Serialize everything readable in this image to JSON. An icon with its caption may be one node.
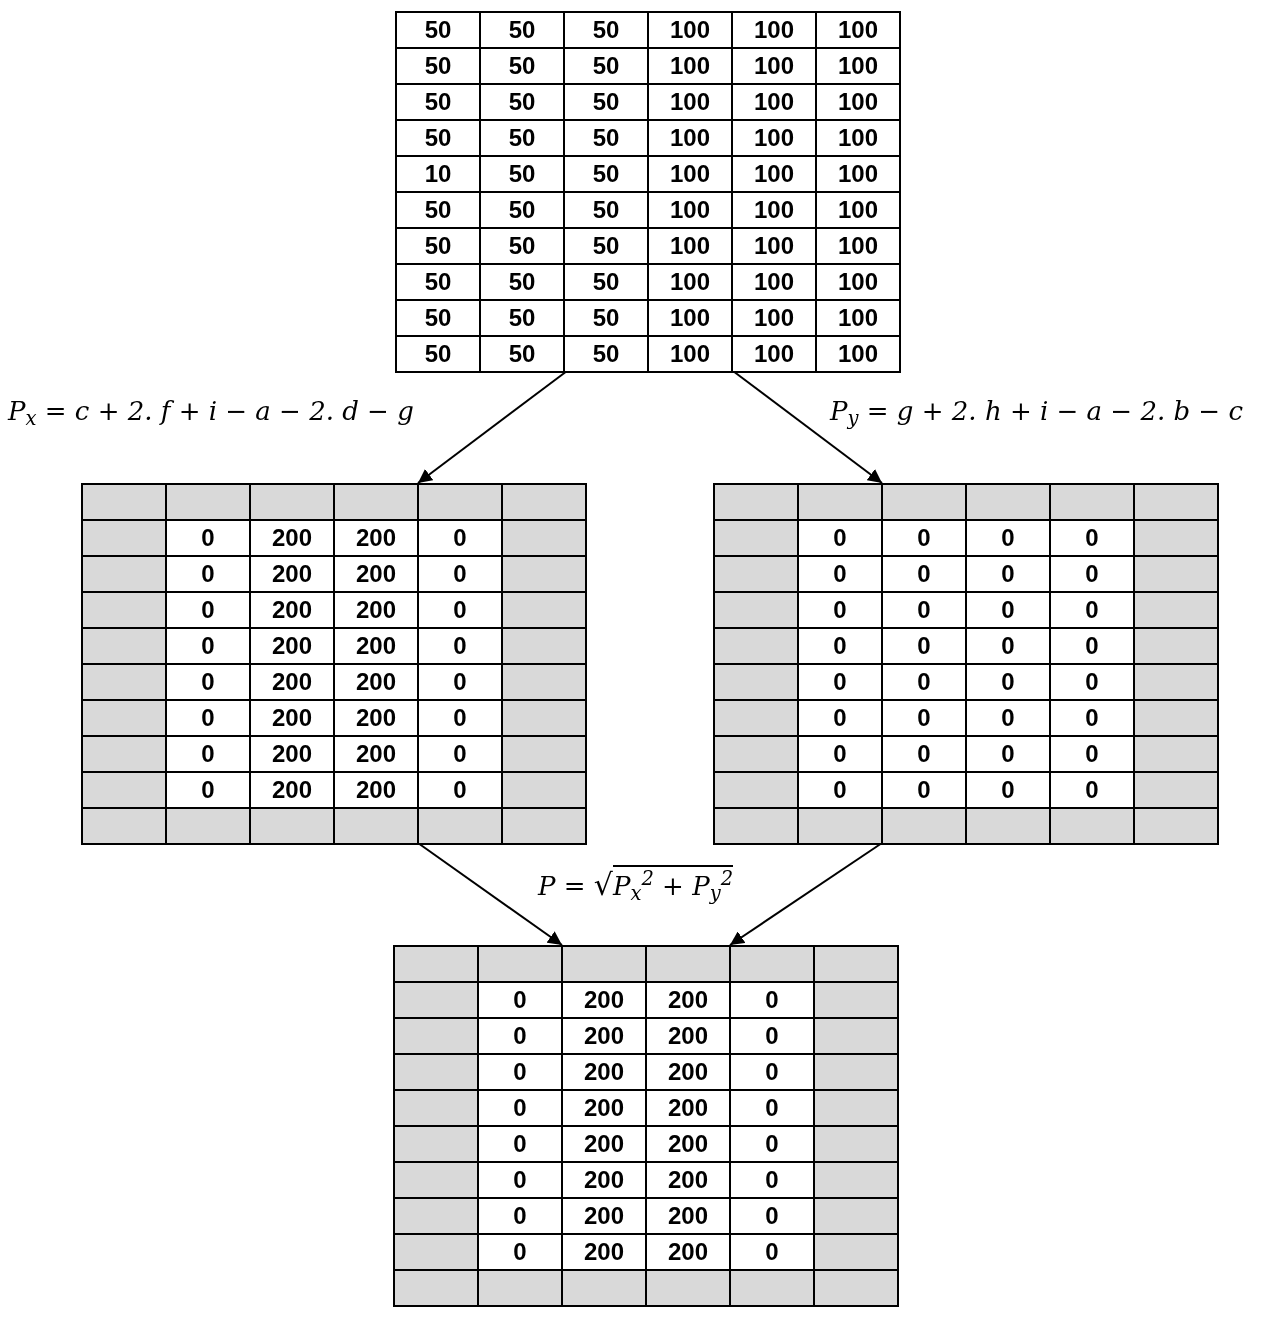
{
  "diagram": {
    "nodes": [
      {
        "text": [
          "50",
          "50",
          "50",
          "100",
          "100",
          "100",
          "50",
          "50",
          "50",
          "100",
          "100",
          "100",
          "50",
          "50",
          "50",
          "100",
          "100",
          "100",
          "50",
          "50",
          "50",
          "100",
          "100",
          "100",
          "10",
          "50",
          "50",
          "100",
          "100",
          "100",
          "50",
          "50",
          "50",
          "100",
          "100",
          "100",
          "50",
          "50",
          "50",
          "100",
          "100",
          "100",
          "50",
          "50",
          "50",
          "100",
          "100",
          "100",
          "50",
          "50",
          "50",
          "100",
          "100",
          "100",
          "50",
          "50",
          "50",
          "100",
          "100",
          "100"
        ]
      },
      {
        "text": [
          "0",
          "200",
          "200",
          "0",
          "0",
          "200",
          "200",
          "0",
          "0",
          "200",
          "200",
          "0",
          "0",
          "200",
          "200",
          "0",
          "0",
          "200",
          "200",
          "0",
          "0",
          "200",
          "200",
          "0",
          "0",
          "200",
          "200",
          "0",
          "0",
          "200",
          "200",
          "0"
        ]
      },
      {
        "text": [
          "0",
          "0",
          "0",
          "0",
          "0",
          "0",
          "0",
          "0",
          "0",
          "0",
          "0",
          "0",
          "0",
          "0",
          "0",
          "0",
          "0",
          "0",
          "0",
          "0",
          "0",
          "0",
          "0",
          "0",
          "0",
          "0",
          "0",
          "0",
          "0",
          "0",
          "0",
          "0"
        ]
      },
      {
        "text": [
          "0",
          "200",
          "200",
          "0",
          "0",
          "200",
          "200",
          "0",
          "0",
          "200",
          "200",
          "0",
          "0",
          "200",
          "200",
          "0",
          "0",
          "200",
          "200",
          "0",
          "0",
          "200",
          "200",
          "0",
          "0",
          "200",
          "200",
          "0",
          "0",
          "200",
          "200",
          "0"
        ]
      }
    ],
    "edges": [
      {
        "from": 0,
        "to": 1,
        "arrow": "to"
      },
      {
        "from": 0,
        "to": 2,
        "arrow": "to"
      },
      {
        "from": 1,
        "to": 3,
        "arrow": "to"
      },
      {
        "from": 2,
        "to": 3,
        "arrow": "to"
      }
    ],
    "labels": [
      "P$_{x}$ = c + 2. f + i − a − 2. d − g",
      "P$_{y}$ = g + 2. h + i − a − 2. b − c",
      "P = √P$_{x}$$^{2}$ + P$_{y}$$^{2}$"
    ]
  }
}
